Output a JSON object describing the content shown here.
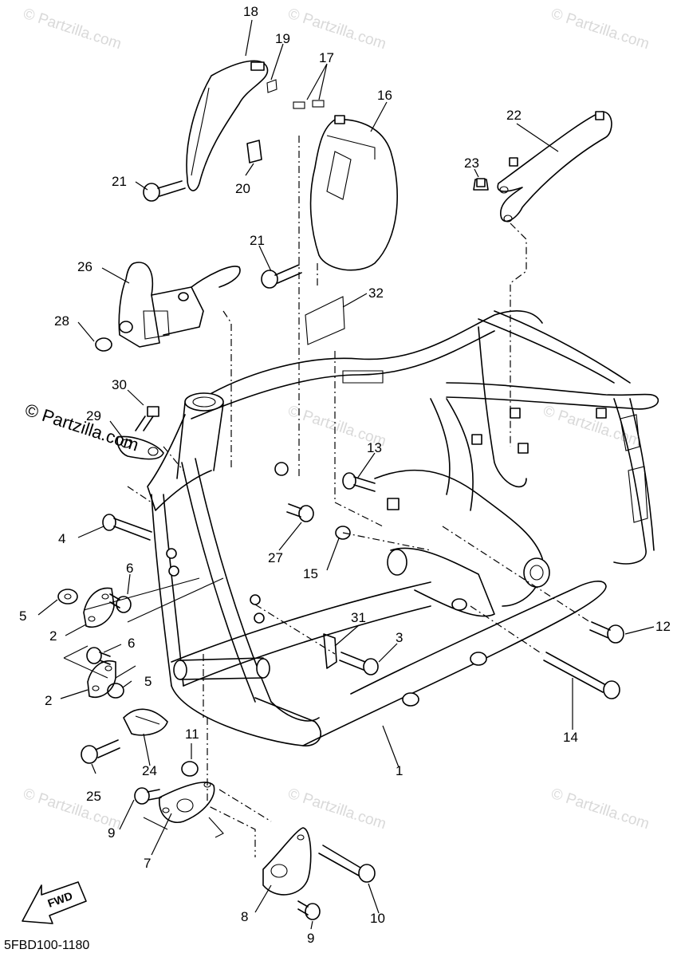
{
  "diagram_code": "5FBD100-1180",
  "fwd_label": "FWD",
  "watermark_text": "© Partzilla.com",
  "watermark_color": "#d9d9d9",
  "callouts": {
    "c1": "1",
    "c2a": "2",
    "c2b": "2",
    "c3": "3",
    "c4": "4",
    "c5a": "5",
    "c5b": "5",
    "c6a": "6",
    "c6b": "6",
    "c7": "7",
    "c8": "8",
    "c9a": "9",
    "c9b": "9",
    "c10": "10",
    "c11": "11",
    "c12": "12",
    "c13": "13",
    "c14": "14",
    "c15": "15",
    "c16": "16",
    "c17": "17",
    "c18": "18",
    "c19": "19",
    "c20": "20",
    "c21a": "21",
    "c21b": "21",
    "c22": "22",
    "c23": "23",
    "c24": "24",
    "c25": "25",
    "c26": "26",
    "c27": "27",
    "c28": "28",
    "c29": "29",
    "c30": "30",
    "c31": "31",
    "c32": "32"
  }
}
